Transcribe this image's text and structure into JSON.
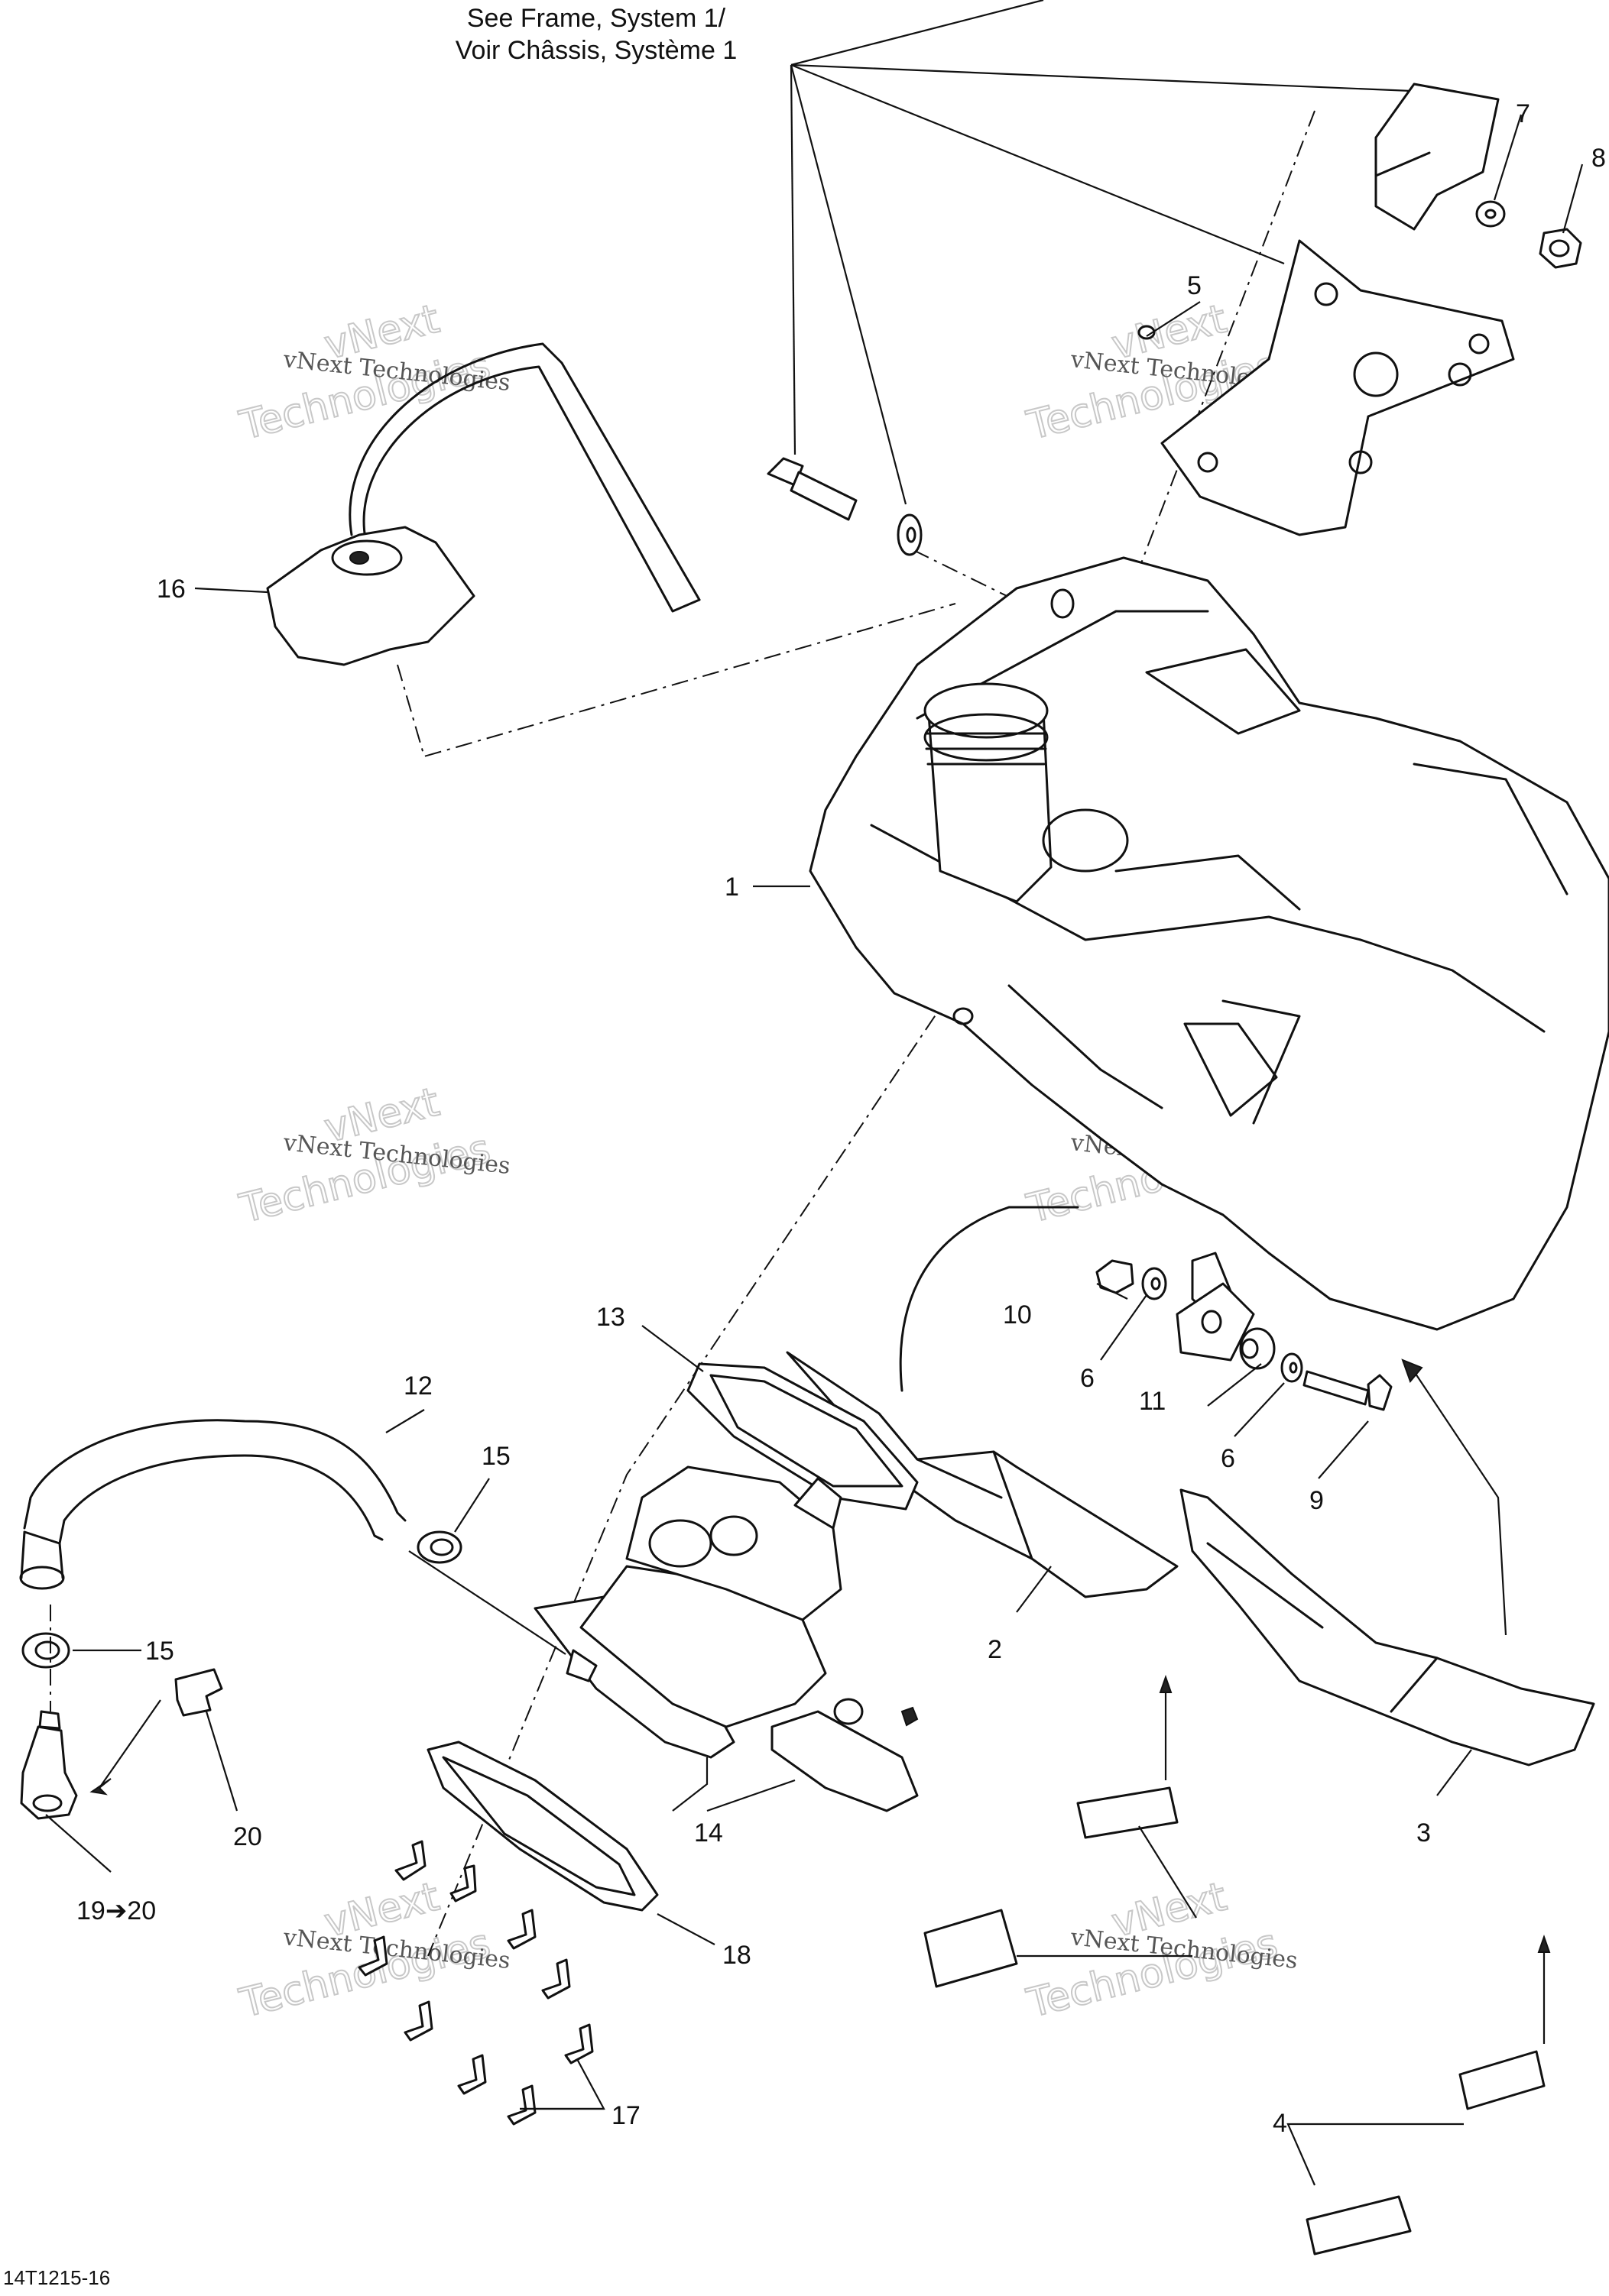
{
  "header": {
    "line1": "See Frame, System 1/",
    "line2": "Voir Châssis, Système 1"
  },
  "callouts": {
    "c1": "1",
    "c2": "2",
    "c3": "3",
    "c4": "4",
    "c5": "5",
    "c6a": "6",
    "c6b": "6",
    "c7": "7",
    "c8": "8",
    "c9": "9",
    "c10": "10",
    "c11": "11",
    "c12": "12",
    "c13": "13",
    "c14": "14",
    "c15a": "15",
    "c15b": "15",
    "c16": "16",
    "c17": "17",
    "c18": "18",
    "c1920": "19➔20",
    "c20": "20"
  },
  "watermark": {
    "line1": "vNext Technologies",
    "line2": "vNext",
    "line3": "Technologies"
  },
  "drawing_code": "14T1215-16"
}
